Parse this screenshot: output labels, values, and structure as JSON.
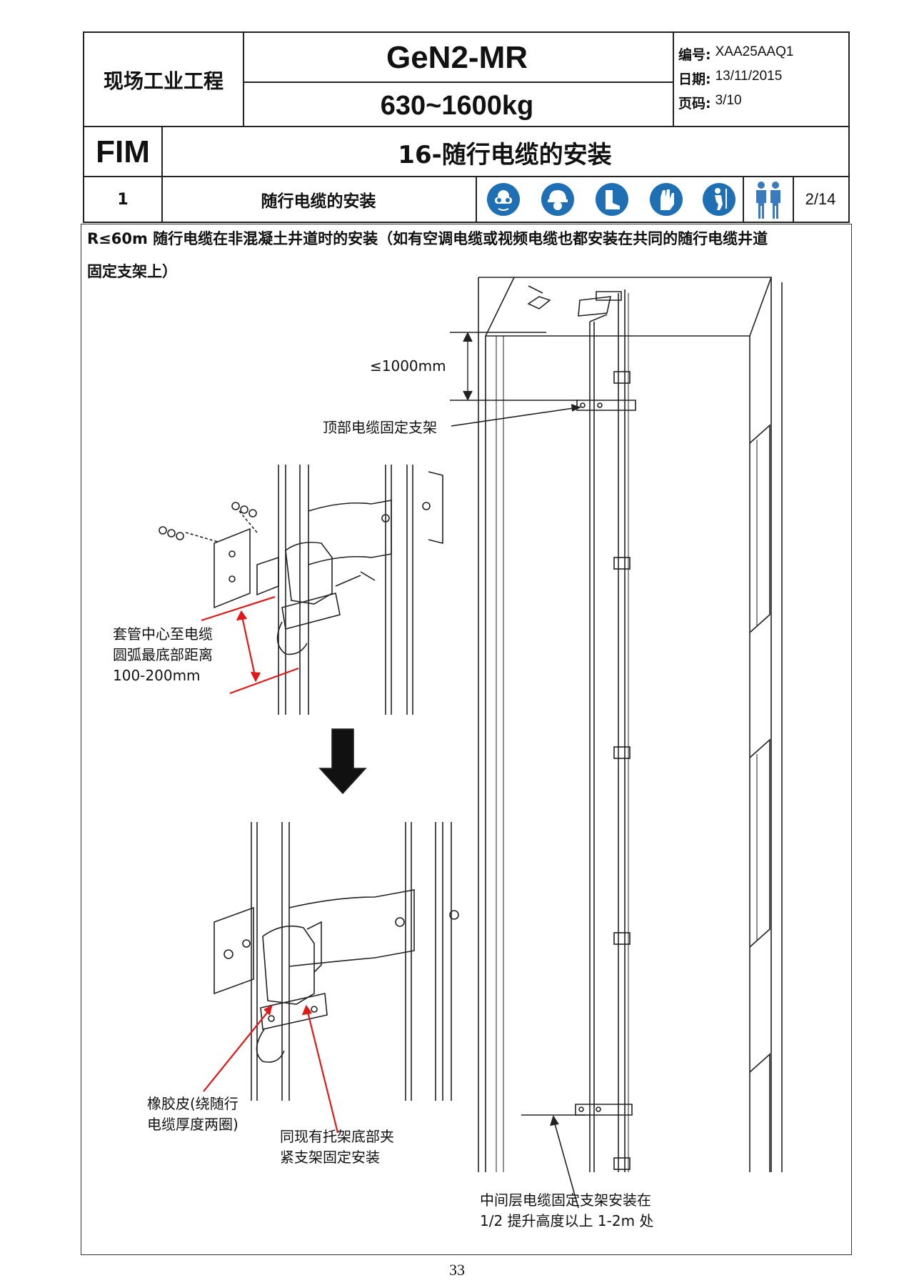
{
  "header": {
    "company": "现场工业工程",
    "model": "GeN2-MR",
    "capacity": "630~1600kg",
    "doc_number_label": "编号:",
    "doc_number": "XAA25AAQ1",
    "date_label": "日期:",
    "date": "13/11/2015",
    "page_label": "页码:",
    "page": "3/10",
    "category": "FIM",
    "section_title": "16-随行电缆的安装",
    "step_number": "1",
    "step_title": "随行电缆的安装",
    "step_page": "2/14",
    "safety_icons": [
      "goggles-icon",
      "helmet-icon",
      "safety-boots-icon",
      "gloves-icon",
      "harness-icon",
      "two-workers-icon"
    ]
  },
  "content": {
    "intro_line1": "R≤60m 随行电缆在非混凝土井道时的安装（如有空调电缆或视频电缆也都安装在共同的随行电缆井道",
    "intro_line2": "固定支架上）",
    "label_distance": "≤1000mm",
    "label_top_bracket": "顶部电缆固定支架",
    "label_sleeve_1": "套管中心至电缆",
    "label_sleeve_2": "圆弧最底部距离",
    "label_sleeve_3": "100-200mm",
    "label_rubber_1": "橡胶皮(绕随行",
    "label_rubber_2": "电缆厚度两圈)",
    "label_clamp_1": "同现有托架底部夹",
    "label_clamp_2": "紧支架固定安装",
    "label_middle_1": "中间层电缆固定支架安装在",
    "label_middle_2": "1/2  提升高度以上 1-2m 处"
  },
  "footer": {
    "page_number": "33"
  }
}
